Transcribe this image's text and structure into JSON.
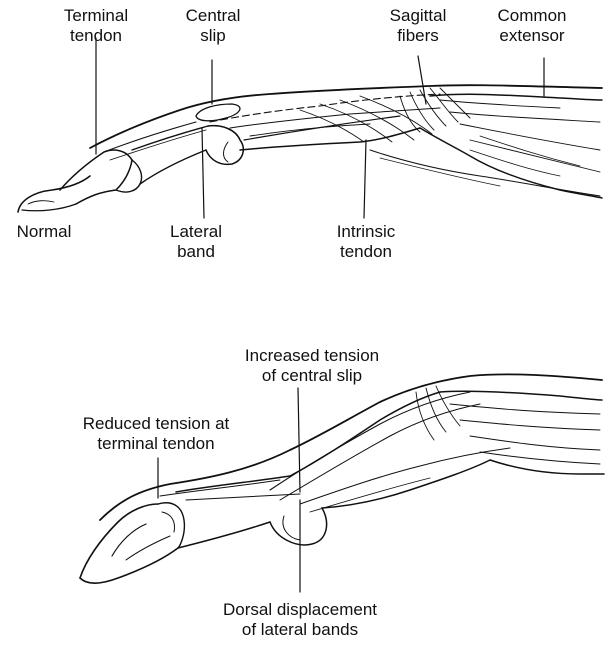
{
  "labels": {
    "terminal_tendon": [
      "Terminal",
      "tendon"
    ],
    "central_slip": [
      "Central",
      "slip"
    ],
    "sagittal_fibers": [
      "Sagittal",
      "fibers"
    ],
    "common_extensor": [
      "Common",
      "extensor"
    ],
    "normal": [
      "Normal"
    ],
    "lateral_band": [
      "Lateral",
      "band"
    ],
    "intrinsic_tendon": [
      "Intrinsic",
      "tendon"
    ],
    "increased_tension": [
      "Increased tension",
      "of central slip"
    ],
    "reduced_tension": [
      "Reduced tension at",
      "terminal tendon"
    ],
    "dorsal_displacement": [
      "Dorsal displacement",
      "of lateral bands"
    ]
  }
}
